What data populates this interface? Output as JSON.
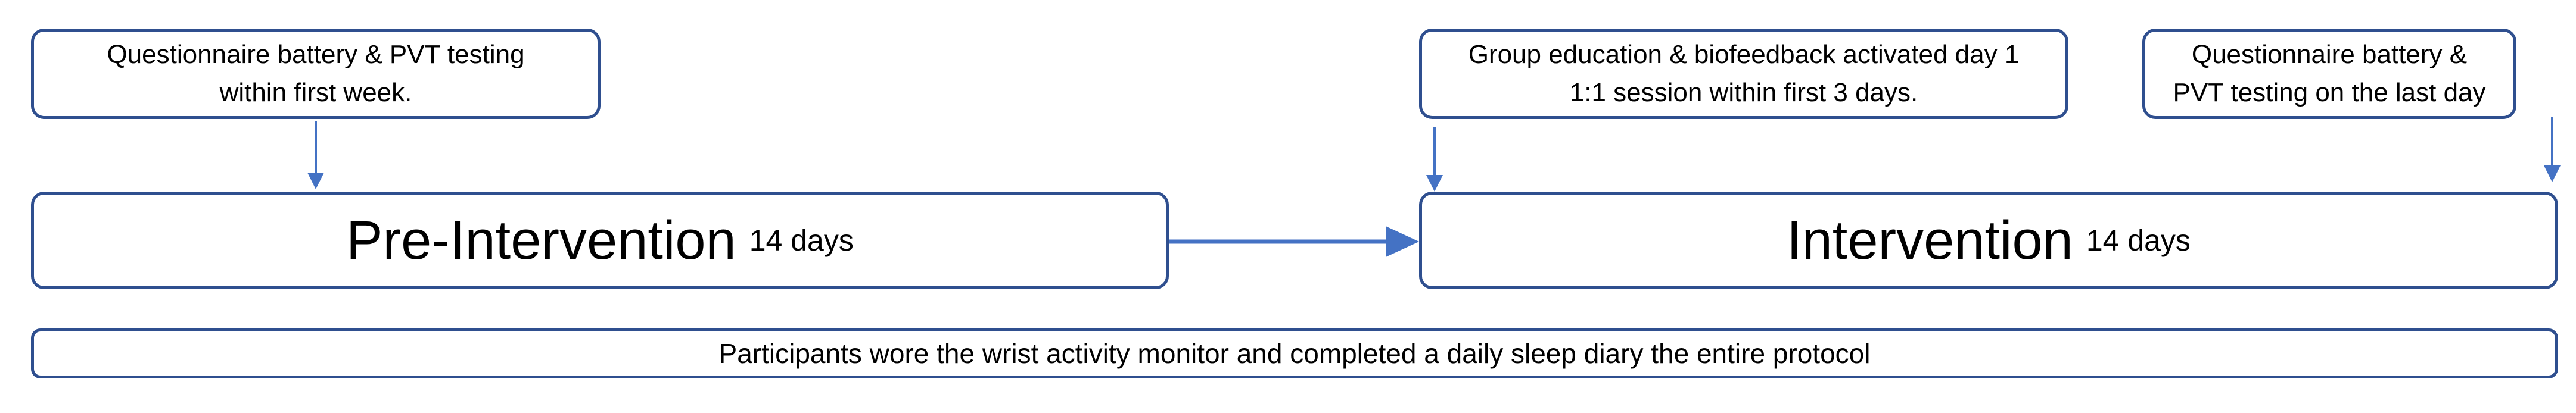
{
  "notes": {
    "pre_testing": {
      "lines": [
        "Questionnaire battery & PVT testing",
        "within first week."
      ]
    },
    "education": {
      "lines": [
        "Group education & biofeedback activated day 1",
        "1:1 session within first 3 days."
      ]
    },
    "post_testing": {
      "lines": [
        "Questionnaire battery &",
        "PVT testing on the last day"
      ]
    }
  },
  "phases": {
    "pre_intervention": {
      "label": "Pre-Intervention",
      "duration": "14 days"
    },
    "intervention": {
      "label": "Intervention",
      "duration": "14 days"
    }
  },
  "footer": {
    "text": "Participants wore the wrist activity monitor and completed a daily sleep diary the entire protocol"
  },
  "colors": {
    "border": "#2F4F8F",
    "arrow": "#4472C4",
    "background": "#ffffff",
    "text": "#000000"
  }
}
